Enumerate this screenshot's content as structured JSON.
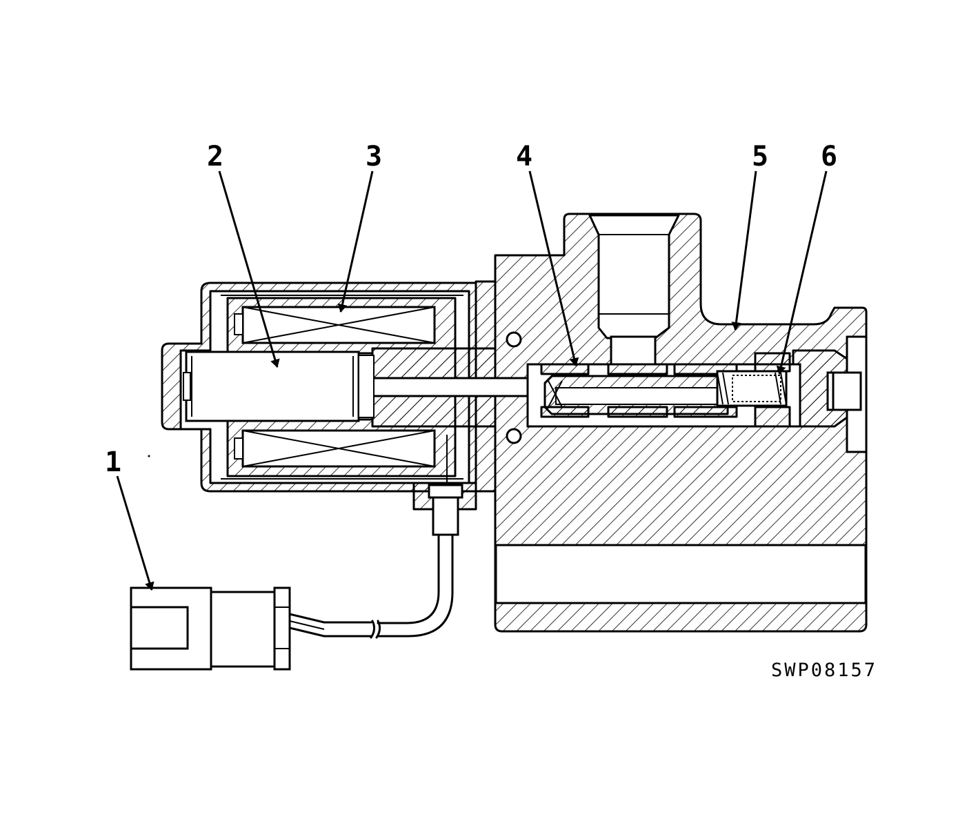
{
  "callouts": [
    {
      "id": "1",
      "label": "1"
    },
    {
      "id": "2",
      "label": "2"
    },
    {
      "id": "3",
      "label": "3"
    },
    {
      "id": "4",
      "label": "4"
    },
    {
      "id": "5",
      "label": "5"
    },
    {
      "id": "6",
      "label": "6"
    }
  ],
  "figure_code": "SWP08157"
}
